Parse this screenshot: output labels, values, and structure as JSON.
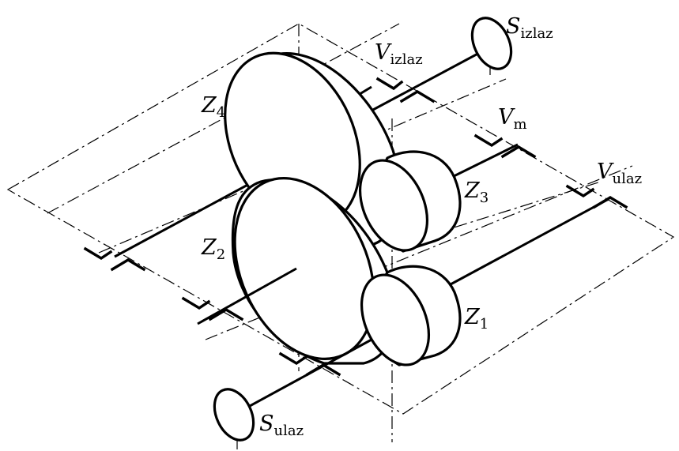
{
  "labels": {
    "s_izlaz": {
      "main": "S",
      "sub": "izlaz"
    },
    "v_izlaz": {
      "main": "V",
      "sub": "izlaz"
    },
    "z4": {
      "main": "Z",
      "sub": "4"
    },
    "v_m": {
      "main": "V",
      "sub": "m"
    },
    "v_ulaz": {
      "main": "V",
      "sub": "ulaz"
    },
    "z3": {
      "main": "Z",
      "sub": "3"
    },
    "z2": {
      "main": "Z",
      "sub": "2"
    },
    "z1": {
      "main": "Z",
      "sub": "1"
    },
    "s_ulaz": {
      "main": "S",
      "sub": "ulaz"
    }
  }
}
